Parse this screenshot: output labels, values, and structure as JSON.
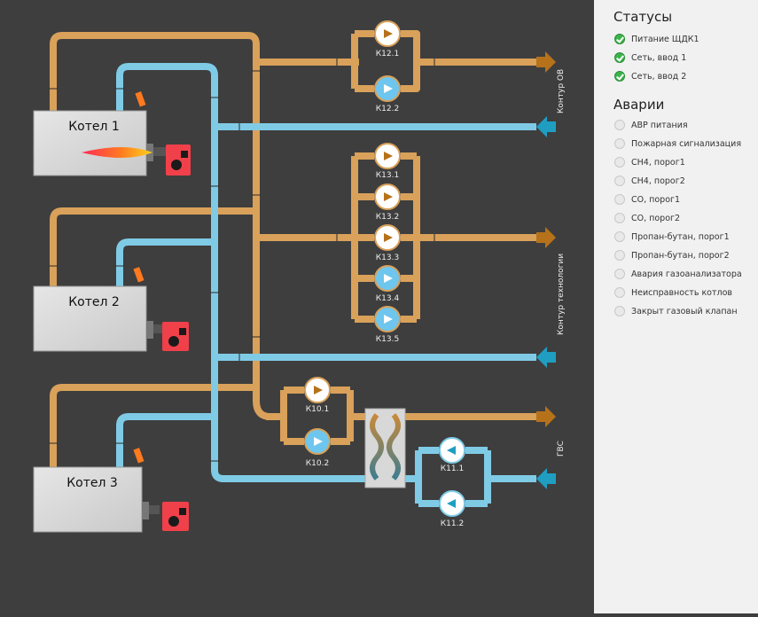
{
  "boilers": [
    {
      "label": "Котел 1",
      "burner_on": true
    },
    {
      "label": "Котел 2",
      "burner_on": false
    },
    {
      "label": "Котел 3",
      "burner_on": false
    }
  ],
  "pumps": {
    "k12_1": "К12.1",
    "k12_2": "К12.2",
    "k13_1": "К13.1",
    "k13_2": "К13.2",
    "k13_3": "К13.3",
    "k13_4": "К13.4",
    "k13_5": "К13.5",
    "k10_1": "К10.1",
    "k10_2": "К10.2",
    "k11_1": "К11.1",
    "k11_2": "К11.2"
  },
  "circuits": {
    "ov": "Контур ОВ",
    "tech": "Контур технологии",
    "gvs": "ГВС"
  },
  "statuses": {
    "title": "Статусы",
    "items": [
      {
        "label": "Питание ЩДК1",
        "state": "ok"
      },
      {
        "label": "Сеть, ввод 1",
        "state": "ok"
      },
      {
        "label": "Сеть, ввод 2",
        "state": "ok"
      }
    ]
  },
  "alarms": {
    "title": "Аварии",
    "items": [
      {
        "label": "АВР питания",
        "state": "off"
      },
      {
        "label": "Пожарная сигнализация",
        "state": "off"
      },
      {
        "label": "CH4, порог1",
        "state": "off"
      },
      {
        "label": "CH4, порог2",
        "state": "off"
      },
      {
        "label": "CO, порог1",
        "state": "off"
      },
      {
        "label": "CO, порог2",
        "state": "off"
      },
      {
        "label": "Пропан-бутан, порог1",
        "state": "off"
      },
      {
        "label": "Пропан-бутан, порог2",
        "state": "off"
      },
      {
        "label": "Авария газоанализатора",
        "state": "off"
      },
      {
        "label": "Неисправность котлов",
        "state": "off"
      },
      {
        "label": "Закрыт газовый клапан",
        "state": "off"
      }
    ]
  },
  "colors": {
    "hot_pipe": "#d9a15a",
    "cold_pipe": "#7fcbe6",
    "hot_arrow": "#b5721a",
    "cold_arrow": "#1f9ec2",
    "pump_hot": "#ffffff",
    "pump_cold": "#6ec6ee",
    "status_ok": "#3bb54a"
  }
}
